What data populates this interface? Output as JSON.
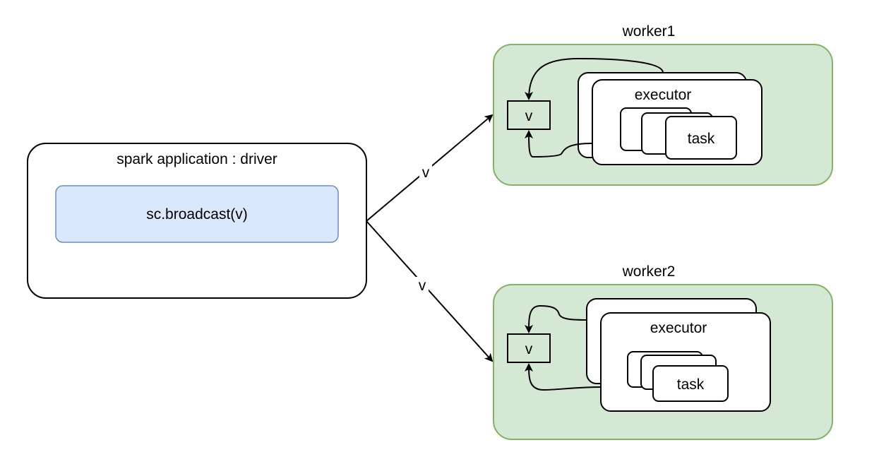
{
  "driver": {
    "title": "spark application : driver",
    "call_label": "sc.broadcast(v)"
  },
  "edges": {
    "to_worker1_label": "v",
    "to_worker2_label": "v"
  },
  "worker1": {
    "title": "worker1",
    "variable_label": "v",
    "executor_label": "executor",
    "task_label": "task"
  },
  "worker2": {
    "title": "worker2",
    "variable_label": "v",
    "executor_label": "executor",
    "task_label": "task"
  },
  "colors": {
    "worker_fill": "#d5e8d4",
    "worker_stroke": "#82b366",
    "call_fill": "#dae8fc",
    "call_stroke": "#6c8ebf",
    "line": "#000000"
  }
}
